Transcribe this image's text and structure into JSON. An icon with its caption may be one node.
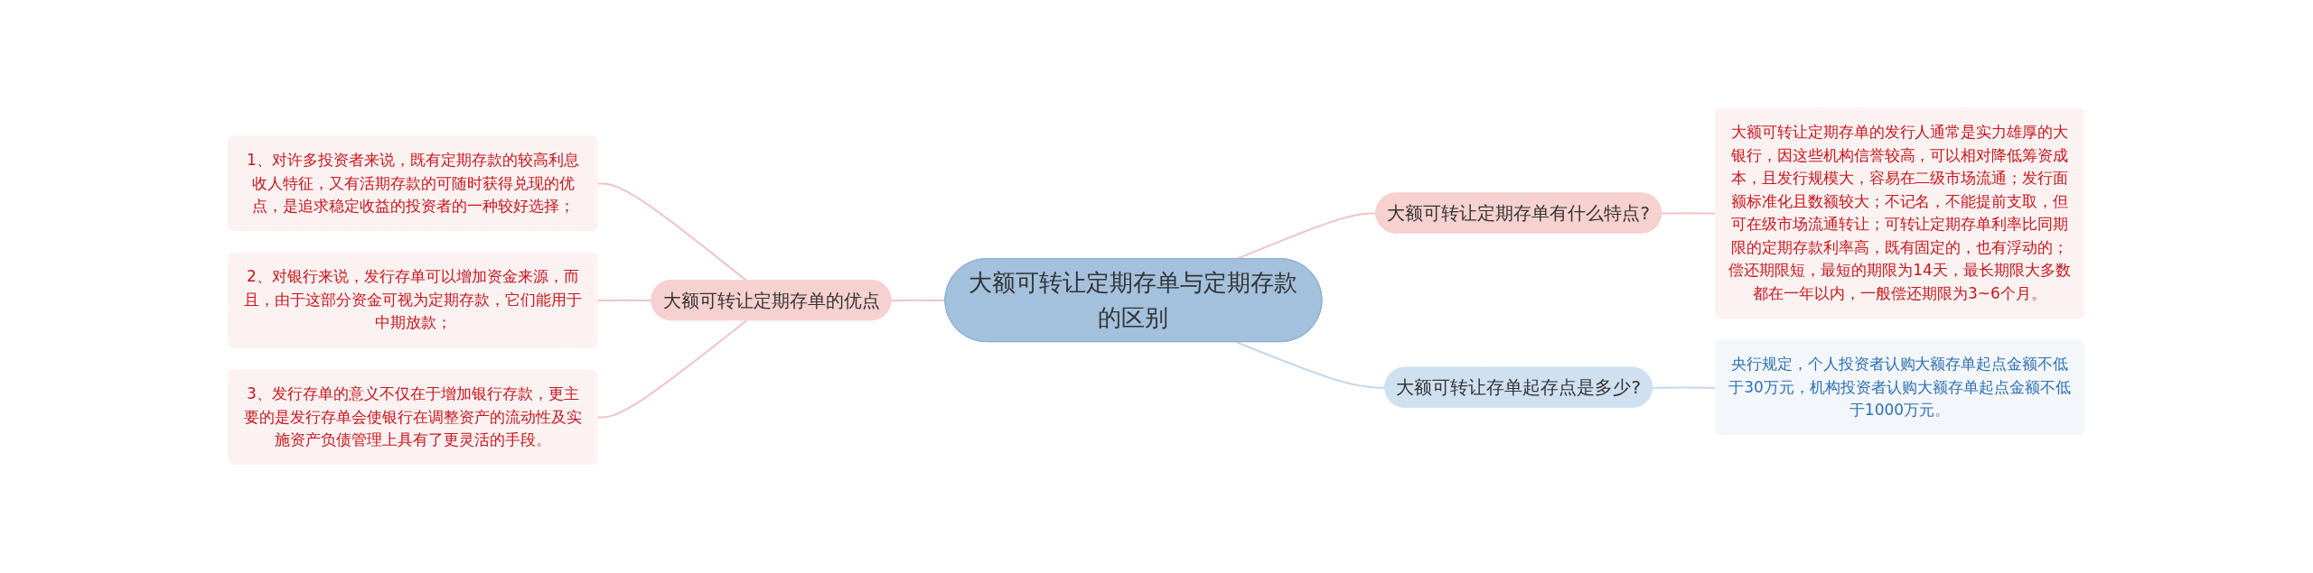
{
  "diagram": {
    "nodes": [
      {
        "text": [
          "大额可转让定期存单与定期存款的区别"
        ]
      },
      {
        "text": [
          "大额可转让定期存单的优点"
        ]
      },
      {
        "text": [
          "1、对许多投资者来说，既有定期存款的较高利息收人特征，又有活期存款的可随时获得兑现的优点，是追求稳定收益的投资者的一种较好选择；"
        ]
      },
      {
        "text": [
          "2、对银行来说，发行存单可以增加资金来源，而且，由于这部分资金可视为定期存款，它们能用于中期放款；"
        ]
      },
      {
        "text": [
          "3、发行存单的意义不仅在于增加银行存款，更主要的是发行存单会使银行在调整资产的流动性及实施资产负债管理上具有了更灵活的手段。"
        ]
      },
      {
        "text": [
          "大额可转让定期存单有什么特点?"
        ]
      },
      {
        "text": [
          "大额可转让定期存单的发行人通常是实力雄厚的大银行，因这些机构信誉较高，可以相对降低筹资成本，且发行规模大，容易在二级市场流通；发行面额标准化且数额较大；不记名，不能提前支取，但可在级市场流通转让；可转让定期存单利率比同期限的定期存款利率高，既有固定的，也有浮动的；偿还期限短，最短的期限为14天，最长期限大多数都在一年以内，一般偿还期限为3~6个月。"
        ]
      },
      {
        "text": [
          "大额可转让存单起存点是多少?"
        ]
      },
      {
        "text": [
          "央行规定，个人投资者认购大额存单起点金额不低于30万元，机构投资者认购大额存单起点金额不低于1000万元。"
        ]
      }
    ],
    "edges": [
      {
        "from": 2,
        "to": 1,
        "arrow": "none"
      },
      {
        "from": 3,
        "to": 1,
        "arrow": "none"
      },
      {
        "from": 4,
        "to": 1,
        "arrow": "none"
      },
      {
        "from": 1,
        "to": 0,
        "arrow": "none"
      },
      {
        "from": 0,
        "to": 5,
        "arrow": "none"
      },
      {
        "from": 5,
        "to": 6,
        "arrow": "none"
      },
      {
        "from": 0,
        "to": 7,
        "arrow": "none",
        "color": "#c5d8ea"
      },
      {
        "from": 7,
        "to": 8,
        "arrow": "none",
        "color": "#c5d8ea"
      }
    ]
  }
}
